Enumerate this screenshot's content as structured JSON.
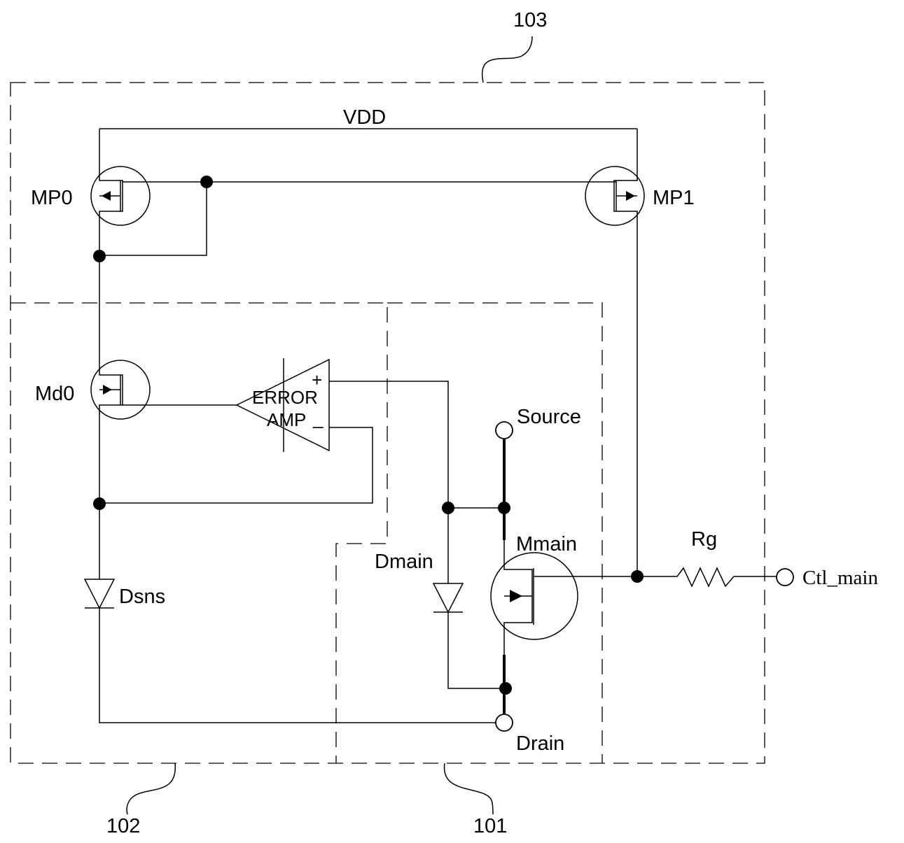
{
  "labels": {
    "block_103": "103",
    "block_102": "102",
    "block_101": "101",
    "vdd": "VDD",
    "mp0": "MP0",
    "mp1": "MP1",
    "md0": "Md0",
    "amp_line1": "ERROR",
    "amp_line2": "AMP",
    "amp_plus": "+",
    "amp_minus": "_",
    "source": "Source",
    "mmain": "Mmain",
    "dmain": "Dmain",
    "dsns": "Dsns",
    "rg": "Rg",
    "ctl_main": "Ctl_main",
    "drain": "Drain"
  }
}
